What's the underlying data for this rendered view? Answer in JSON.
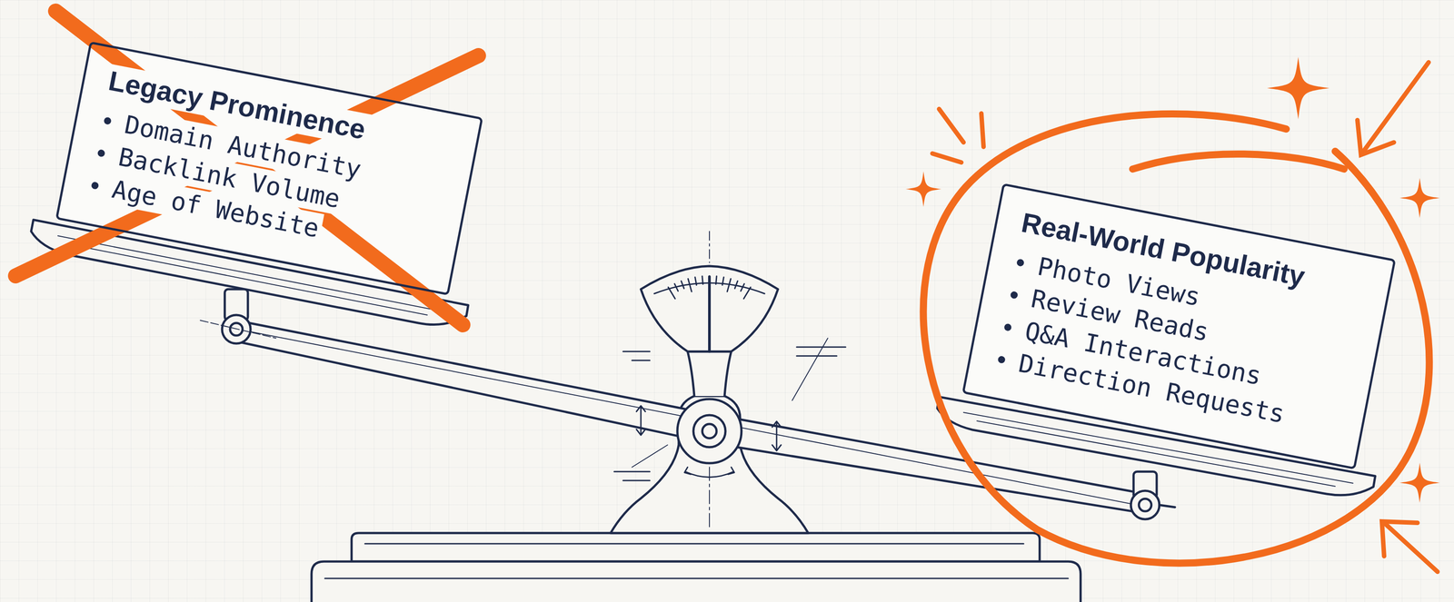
{
  "diagram": {
    "nodes": [
      {
        "text": [
          "Legacy Prominence",
          "Domain Authority",
          "Backlink Volume",
          "Age of Website"
        ]
      },
      {
        "text": [
          "Real-World Popularity",
          "Photo Views",
          "Review Reads",
          "Q&A Interactions",
          "Direction Requests"
        ]
      }
    ]
  }
}
